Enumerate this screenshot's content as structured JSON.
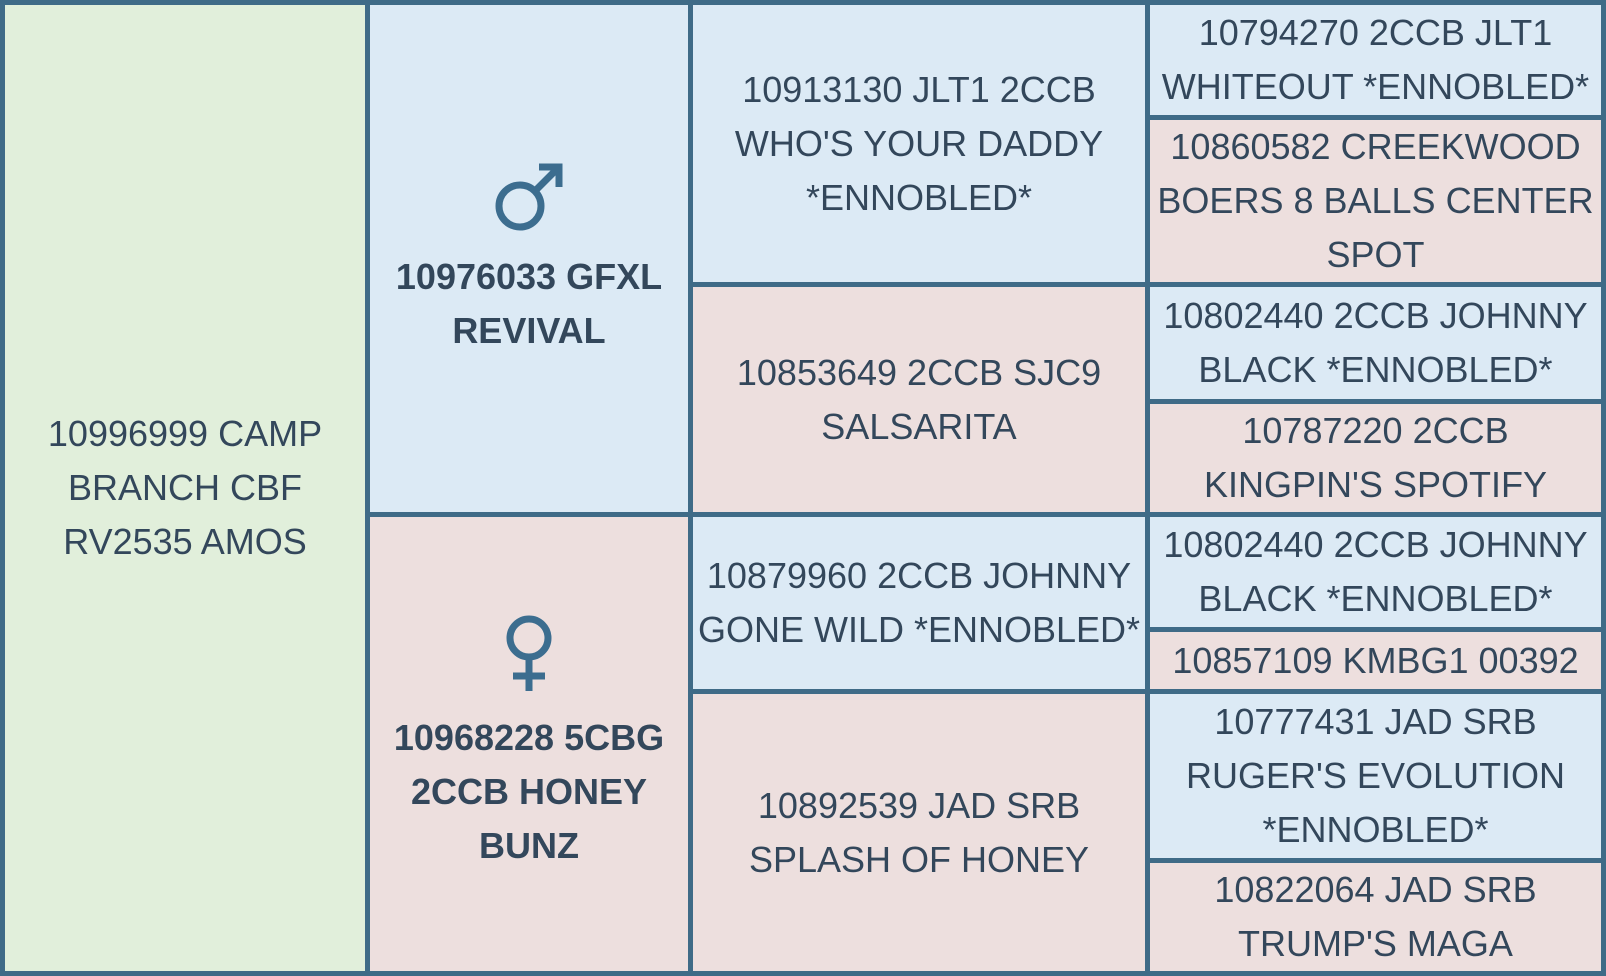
{
  "pedigree": {
    "animal": {
      "label": "10996999 CAMP BRANCH CBF RV2535 AMOS"
    },
    "sire": {
      "icon": "male-icon",
      "symbol": "♂",
      "label": "10976033 GFXL REVIVAL"
    },
    "dam": {
      "icon": "female-icon",
      "symbol": "♀",
      "label": "10968228 5CBG 2CCB HONEY BUNZ"
    },
    "grandparents": {
      "sire_sire": {
        "sex": "male",
        "label": "10913130 JLT1 2CCB WHO'S YOUR DADDY *ENNOBLED*"
      },
      "sire_dam": {
        "sex": "female",
        "label": "10853649 2CCB SJC9 SALSARITA"
      },
      "dam_sire": {
        "sex": "male",
        "label": "10879960 2CCB JOHNNY GONE WILD *ENNOBLED*"
      },
      "dam_dam": {
        "sex": "female",
        "label": "10892539 JAD SRB SPLASH OF HONEY"
      }
    },
    "great_grandparents": [
      {
        "sex": "male",
        "label": "10794270 2CCB JLT1 WHITEOUT *ENNOBLED*"
      },
      {
        "sex": "female",
        "label": "10860582 CREEKWOOD BOERS 8 BALLS CENTER SPOT"
      },
      {
        "sex": "male",
        "label": "10802440 2CCB JOHNNY BLACK *ENNOBLED*"
      },
      {
        "sex": "female",
        "label": "10787220 2CCB KINGPIN'S SPOTIFY"
      },
      {
        "sex": "male",
        "label": "10802440 2CCB JOHNNY BLACK *ENNOBLED*"
      },
      {
        "sex": "female",
        "label": "10857109 KMBG1 00392"
      },
      {
        "sex": "male",
        "label": "10777431 JAD SRB RUGER'S EVOLUTION *ENNOBLED*"
      },
      {
        "sex": "female",
        "label": "10822064 JAD SRB TRUMP'S MAGA"
      }
    ],
    "colors": {
      "male_bg": "#dceaf5",
      "female_bg": "#eddfde",
      "animal_bg": "#e1efdb",
      "border": "#3f6b87",
      "text": "#33475b",
      "symbol": "#3c6d8f"
    }
  }
}
